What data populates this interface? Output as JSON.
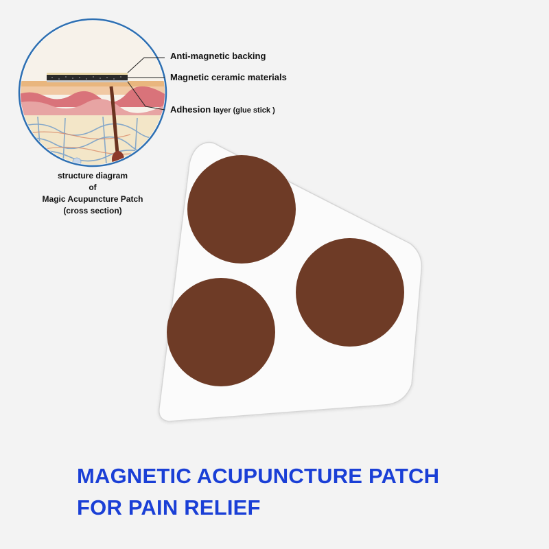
{
  "diagram": {
    "labels": {
      "backing": "Anti-magnetic backing",
      "ceramic": "Magnetic ceramic materials",
      "adhesion_main": "Adhesion",
      "adhesion_detail": "layer (glue stick )"
    },
    "caption": {
      "line1": "structure diagram",
      "line2": "of",
      "line3": "Magic Acupuncture Patch",
      "line4": "(cross section)"
    }
  },
  "product": {
    "dot_count": 3,
    "colors": {
      "dot": "#6e3b26",
      "backing": "#fbfbfb"
    }
  },
  "headline": {
    "line1": "MAGNETIC ACUPUNCTURE PATCH",
    "line2": "FOR PAIN RELIEF",
    "color": "#1a3fd6"
  }
}
